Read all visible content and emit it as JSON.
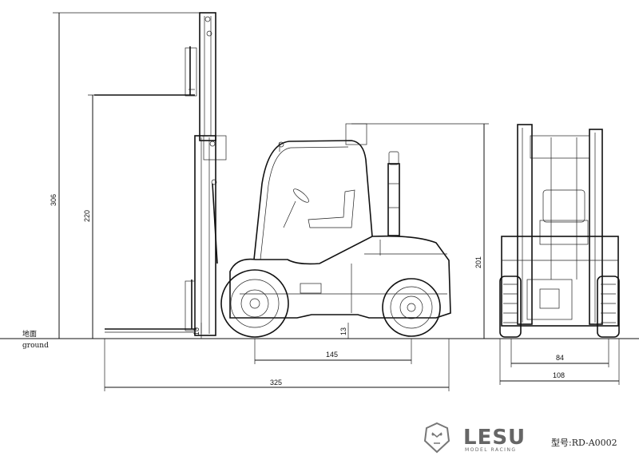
{
  "dimensions": {
    "overall_height": "306",
    "lift_height": "220",
    "body_height": "201",
    "fork_thickness": "10",
    "ground_clearance": "13",
    "wheelbase": "145",
    "overall_length": "325",
    "track_width": "84",
    "overall_width": "108"
  },
  "ground_label_cn": "地面",
  "ground_label_en": "ground",
  "brand": {
    "name": "LESU",
    "subtitle": "MODEL RACING",
    "model_number": "型号:RD-A0002"
  },
  "icons": {
    "logo": "lion-head-icon"
  }
}
